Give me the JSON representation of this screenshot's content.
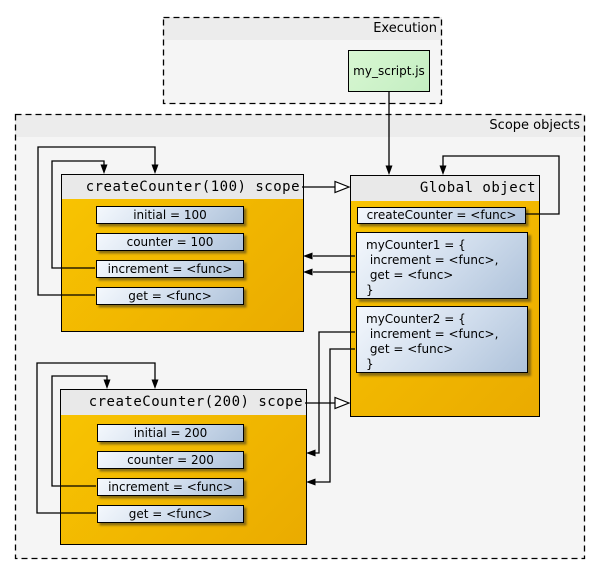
{
  "diagram": {
    "execution": {
      "title": "Execution",
      "script": "my_script.js"
    },
    "scope_objects": {
      "title": "Scope objects",
      "counter100_scope": {
        "title": "createCounter(100) scope",
        "items": [
          "initial = 100",
          "counter = 100",
          "increment = <func>",
          "get = <func>"
        ]
      },
      "global_object": {
        "title": "Global object",
        "create_counter": "createCounter = <func>",
        "my_counter1": "myCounter1 = {\n increment = <func>,\n get = <func>\n}",
        "my_counter2": "myCounter2 = {\n increment = <func>,\n get = <func>\n}"
      },
      "counter200_scope": {
        "title": "createCounter(200) scope",
        "items": [
          "initial = 200",
          "counter = 200",
          "increment = <func>",
          "get = <func>"
        ]
      }
    }
  },
  "colors": {
    "orange_start": "#f9c501",
    "orange_end": "#eaab00",
    "item_start": "#f4f8fd",
    "item_mid": "#cfdcec",
    "item_end": "#aec2da",
    "green_start": "#d8f7d2",
    "green_end": "#c4eec2",
    "header_gray": "#e9e9e9",
    "container_fill": "#f5f5f5",
    "container_band": "#ececec",
    "line": "#000000"
  }
}
